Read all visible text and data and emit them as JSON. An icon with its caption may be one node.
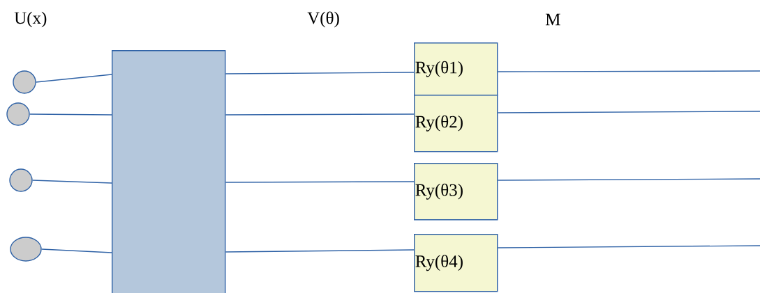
{
  "diagram": {
    "nodes": [
      {
        "text": [],
        "shape": "circle"
      },
      {
        "text": [],
        "shape": "circle"
      },
      {
        "text": [],
        "shape": "circle"
      },
      {
        "text": [],
        "shape": "circle"
      },
      {
        "text": [],
        "shape": "box"
      },
      {
        "text": [
          "Ry(θ1)"
        ]
      },
      {
        "text": [
          "Ry(θ2)"
        ]
      },
      {
        "text": [
          "Ry(θ3)"
        ]
      },
      {
        "text": [
          "Ry(θ4)"
        ]
      }
    ],
    "edges": [
      {
        "from": 0,
        "to": 4,
        "arrow": "none"
      },
      {
        "from": 4,
        "to": 5,
        "arrow": "none"
      },
      {
        "from": 5,
        "to": null,
        "arrow": "none"
      },
      {
        "from": 1,
        "to": 4,
        "arrow": "none"
      },
      {
        "from": 4,
        "to": 6,
        "arrow": "none"
      },
      {
        "from": 6,
        "to": null,
        "arrow": "none"
      },
      {
        "from": 2,
        "to": 4,
        "arrow": "none"
      },
      {
        "from": 4,
        "to": 7,
        "arrow": "none"
      },
      {
        "from": 7,
        "to": null,
        "arrow": "none"
      },
      {
        "from": 3,
        "to": 4,
        "arrow": "none"
      },
      {
        "from": 4,
        "to": 8,
        "arrow": "none"
      },
      {
        "from": 8,
        "to": null,
        "arrow": "none"
      }
    ],
    "labels": [
      "U(x)",
      "V(θ)",
      "M"
    ]
  }
}
